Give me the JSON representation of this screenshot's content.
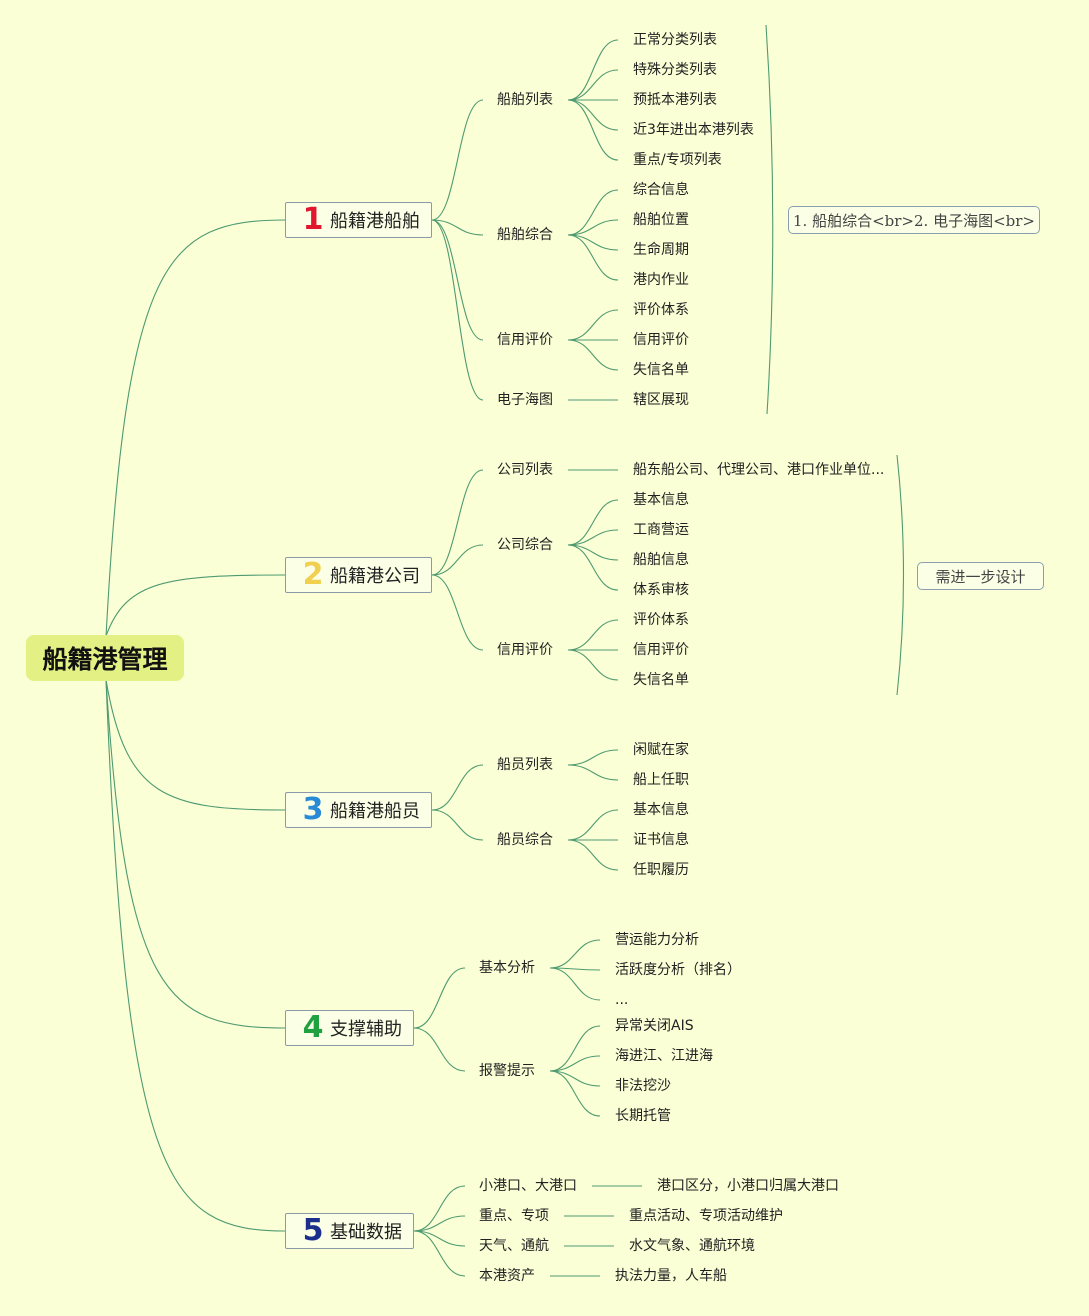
{
  "diagram": {
    "title": "船籍港管理",
    "branches": [
      {
        "number": "1",
        "color": "#e0172f",
        "label": "船籍港船舶",
        "children": [
          {
            "label": "船舶列表",
            "items": [
              "正常分类列表",
              "特殊分类列表",
              "预抵本港列表",
              "近3年进出本港列表",
              "重点/专项列表"
            ]
          },
          {
            "label": "船舶综合",
            "items": [
              "综合信息",
              "船舶位置",
              "生命周期",
              "港内作业"
            ]
          },
          {
            "label": "信用评价",
            "items": [
              "评价体系",
              "信用评价",
              "失信名单"
            ]
          },
          {
            "label": "电子海图",
            "items": [
              "辖区展现"
            ]
          }
        ],
        "summary": "1. 船舶综合<br>2. 电子海图<br>"
      },
      {
        "number": "2",
        "color": "#f1cf4f",
        "label": "船籍港公司",
        "children": [
          {
            "label": "公司列表",
            "items": [
              "船东船公司、代理公司、港口作业单位..."
            ]
          },
          {
            "label": "公司综合",
            "items": [
              "基本信息",
              "工商营运",
              "船舶信息",
              "体系审核"
            ]
          },
          {
            "label": "信用评价",
            "items": [
              "评价体系",
              "信用评价",
              "失信名单"
            ]
          }
        ],
        "summary": "需进一步设计"
      },
      {
        "number": "3",
        "color": "#2b8ad6",
        "label": "船籍港船员",
        "children": [
          {
            "label": "船员列表",
            "items": [
              "闲赋在家",
              "船上任职"
            ]
          },
          {
            "label": "船员综合",
            "items": [
              "基本信息",
              "证书信息",
              "任职履历"
            ]
          }
        ]
      },
      {
        "number": "4",
        "color": "#21a03f",
        "label": "支撑辅助",
        "children": [
          {
            "label": "基本分析",
            "items": [
              "营运能力分析",
              "活跃度分析（排名）",
              "..."
            ]
          },
          {
            "label": "报警提示",
            "items": [
              "异常关闭AIS",
              "海进江、江进海",
              "非法挖沙",
              "长期托管"
            ]
          }
        ]
      },
      {
        "number": "5",
        "color": "#1c2f8c",
        "label": "基础数据",
        "children": [
          {
            "label": "小港口、大港口",
            "items": [
              "港口区分，小港口归属大港口"
            ]
          },
          {
            "label": "重点、专项",
            "items": [
              "重点活动、专项活动维护"
            ]
          },
          {
            "label": "天气、通航",
            "items": [
              "水文气象、通航环境"
            ]
          },
          {
            "label": "本港资产",
            "items": [
              "执法力量，人车船"
            ]
          }
        ]
      }
    ]
  }
}
